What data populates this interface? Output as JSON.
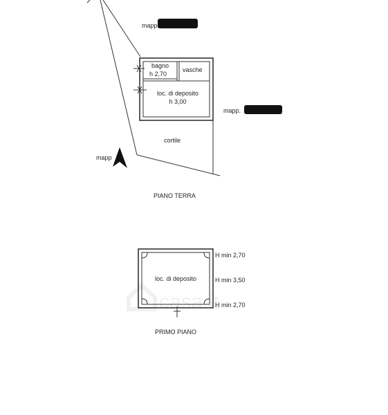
{
  "ground_floor": {
    "parcel_top": "mapp.",
    "parcel_right": "mapp.",
    "parcel_left": "mapp",
    "bathroom": {
      "name": "bagno",
      "height": "h 2,70"
    },
    "tanks": "vasche",
    "storage": {
      "name": "loc. di deposito",
      "height": "h 3,00"
    },
    "courtyard": "cortile",
    "title": "PIANO TERRA"
  },
  "first_floor": {
    "storage": "loc. di deposito",
    "heights": [
      "H min 2,70",
      "H min 3,50",
      "H min 2,70"
    ],
    "title": "PRIMO PIANO"
  },
  "watermark": "casa.it"
}
